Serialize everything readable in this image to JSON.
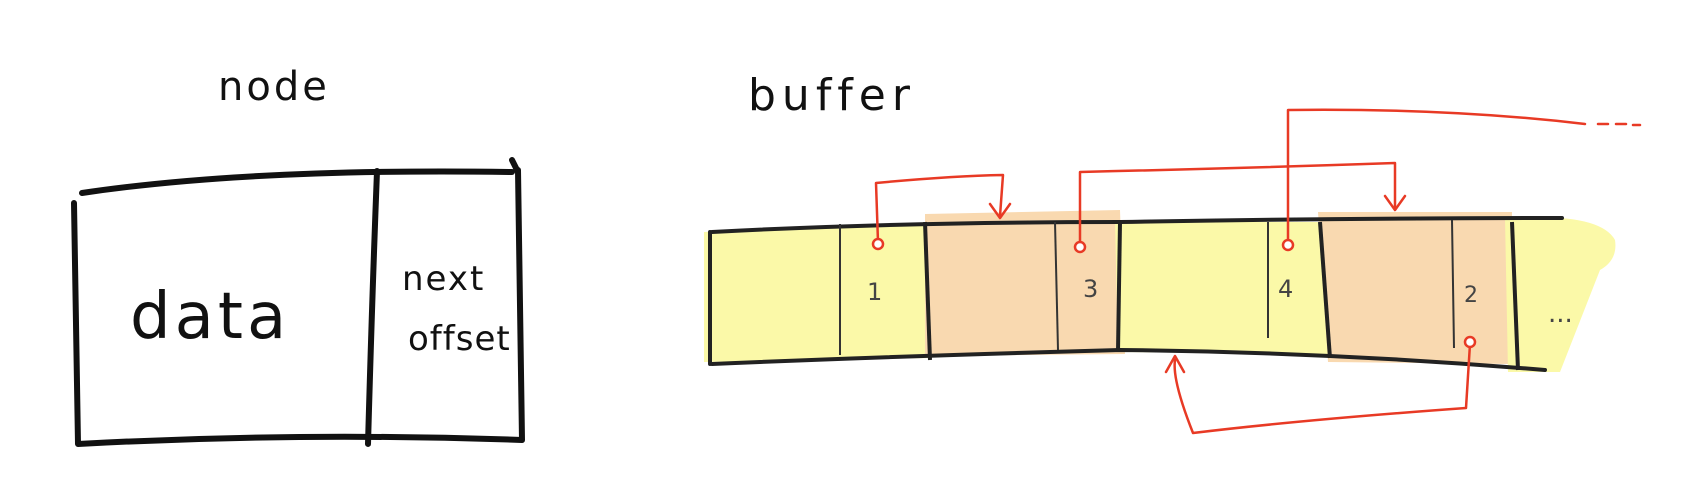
{
  "node_diagram": {
    "title": "node",
    "field_data": "data",
    "field_next_line1": "next",
    "field_next_line2": "offset"
  },
  "buffer_diagram": {
    "title": "buffer",
    "cells": [
      {
        "label": "1",
        "fill": "yellow"
      },
      {
        "label": "3",
        "fill": "orange"
      },
      {
        "label": "4",
        "fill": "yellow"
      },
      {
        "label": "2",
        "fill": "orange"
      }
    ],
    "continuation": "..."
  },
  "colors": {
    "ink": "#111111",
    "arrow": "#e83a25",
    "yellow_fill": "#fbf9a8",
    "orange_fill": "#f9d9b0"
  }
}
